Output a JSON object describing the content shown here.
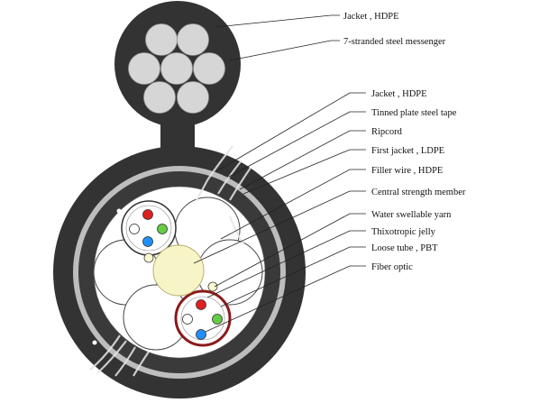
{
  "callouts": [
    {
      "id": "messenger-jacket",
      "text": "Jacket , HDPE"
    },
    {
      "id": "steel-messenger",
      "text": "7-stranded steel messenger"
    },
    {
      "id": "outer-jacket",
      "text": "Jacket , HDPE"
    },
    {
      "id": "steel-tape",
      "text": "Tinned plate steel tape"
    },
    {
      "id": "ripcord",
      "text": "Ripcord"
    },
    {
      "id": "first-jacket",
      "text": "First jacket , LDPE"
    },
    {
      "id": "filler-wire",
      "text": "Filler wire , HDPE"
    },
    {
      "id": "central-member",
      "text": "Central strength member"
    },
    {
      "id": "water-yarn",
      "text": "Water swellable yarn"
    },
    {
      "id": "jelly",
      "text": "Thixotropic jelly"
    },
    {
      "id": "loose-tube",
      "text": "Loose tube , PBT"
    },
    {
      "id": "fiber",
      "text": "Fiber optic"
    }
  ],
  "colors": {
    "jacket": "#333333",
    "steel_tape": "#bdbdbd",
    "inner_jacket": "#3a3a3a",
    "strand": "#d6d6d6",
    "filler": "#ffffff",
    "central_member": "#f7f4c8",
    "loose_tube_highlight": "#8b1a1a",
    "fiber_red": "#e02020",
    "fiber_green": "#66cc44",
    "fiber_blue": "#1e90ff",
    "fiber_white": "#ffffff"
  }
}
